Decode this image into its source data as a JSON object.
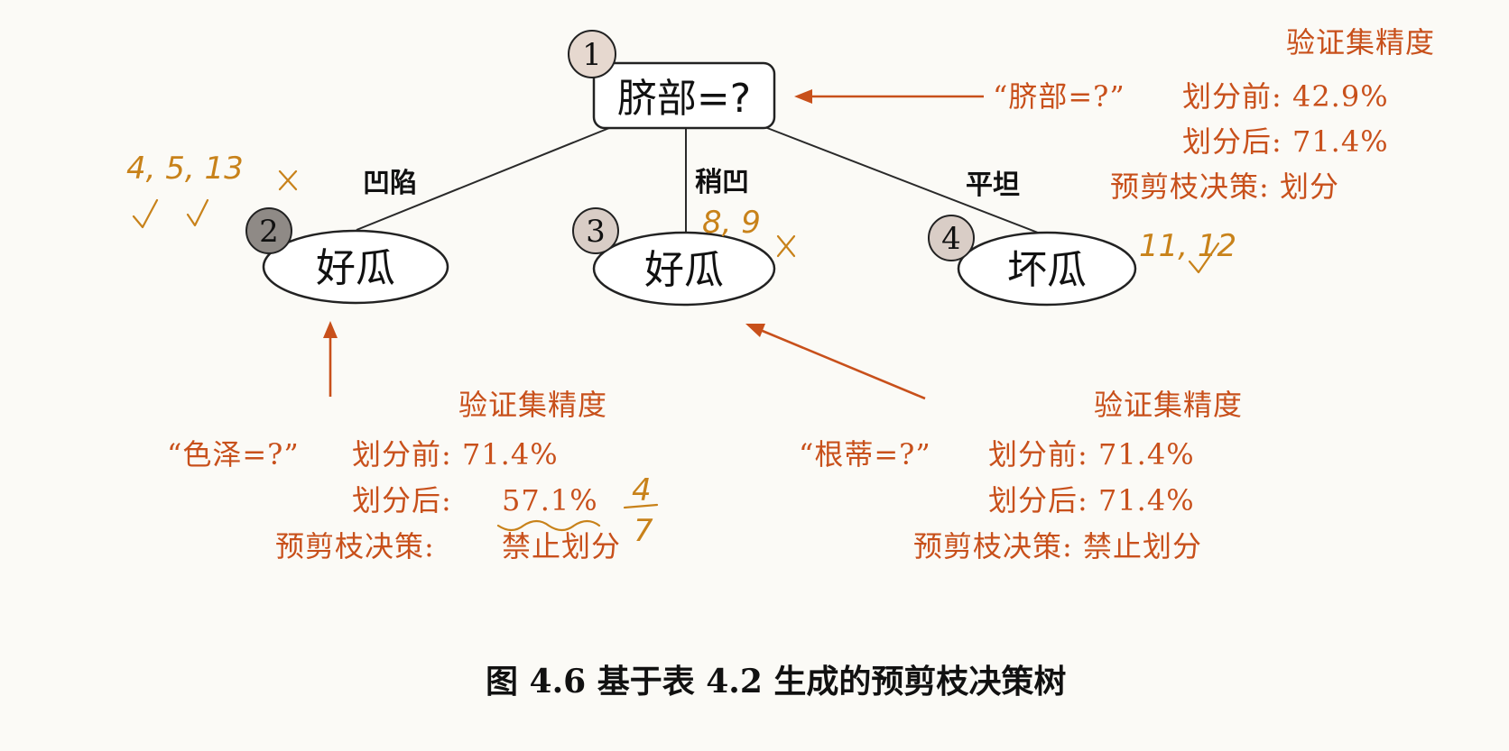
{
  "nodes": {
    "root": {
      "badge": "1",
      "label": "脐部=?"
    },
    "left": {
      "badge": "2",
      "label": "好瓜"
    },
    "middle": {
      "badge": "3",
      "label": "好瓜"
    },
    "right": {
      "badge": "4",
      "label": "坏瓜"
    }
  },
  "edges": {
    "left": "凹陷",
    "middle": "稍凹",
    "right": "平坦"
  },
  "annotations": {
    "root": {
      "title": "验证集精度",
      "feature": "“脐部=?”",
      "before": "划分前: 42.9%",
      "after": "划分后: 71.4%",
      "decision": "预剪枝决策: 划分"
    },
    "left": {
      "title": "验证集精度",
      "feature": "“色泽=?”",
      "before": "划分前: 71.4%",
      "after_label": "划分后: ",
      "after_value": "57.1%",
      "decision_label": "预剪枝决策: ",
      "decision_value": "禁止划分"
    },
    "right": {
      "title": "验证集精度",
      "feature": "“根蒂=?”",
      "before": "划分前: 71.4%",
      "after": "划分后: 71.4%",
      "decision": "预剪枝决策: 禁止划分"
    }
  },
  "handwriting": {
    "left": "4, 5, 13",
    "middle": "8, 9",
    "right": "11, 12",
    "fraction_num": "4",
    "fraction_den": "7"
  },
  "caption": "图 4.6   基于表 4.2 生成的预剪枝决策树",
  "colors": {
    "annotation": "#c8501b",
    "handwriting": "#c8821a",
    "badge_dark": "#8f8a86",
    "badge_light": "#d9cdc6"
  }
}
